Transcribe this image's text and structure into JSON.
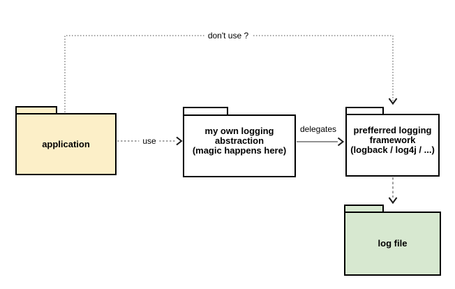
{
  "colors": {
    "canvas_bg": "#ffffff",
    "application_fill": "#fcefc8",
    "logfile_fill": "#d7e8d0",
    "node_stroke": "#000000",
    "edge_stroke": "#6e6e6e",
    "arrowhead_stroke": "#1a1a1a"
  },
  "nodes": {
    "application": {
      "label": "application"
    },
    "abstraction": {
      "line1": "my own logging",
      "line2": "abstraction",
      "line3": "(magic happens here)"
    },
    "framework": {
      "line1": "prefferred logging",
      "line2": "framework",
      "line3": "(logback / log4j / ...)"
    },
    "logfile": {
      "label": "log file"
    }
  },
  "edges": {
    "dont_use": {
      "label": "don't use ?",
      "style": "dotted",
      "from": "application",
      "to": "framework"
    },
    "use": {
      "label": "use",
      "style": "dotted",
      "from": "application",
      "to": "abstraction"
    },
    "delegates": {
      "label": "delegates",
      "style": "solid",
      "from": "abstraction",
      "to": "framework"
    },
    "writes": {
      "style": "dashed",
      "from": "framework",
      "to": "logfile"
    }
  }
}
